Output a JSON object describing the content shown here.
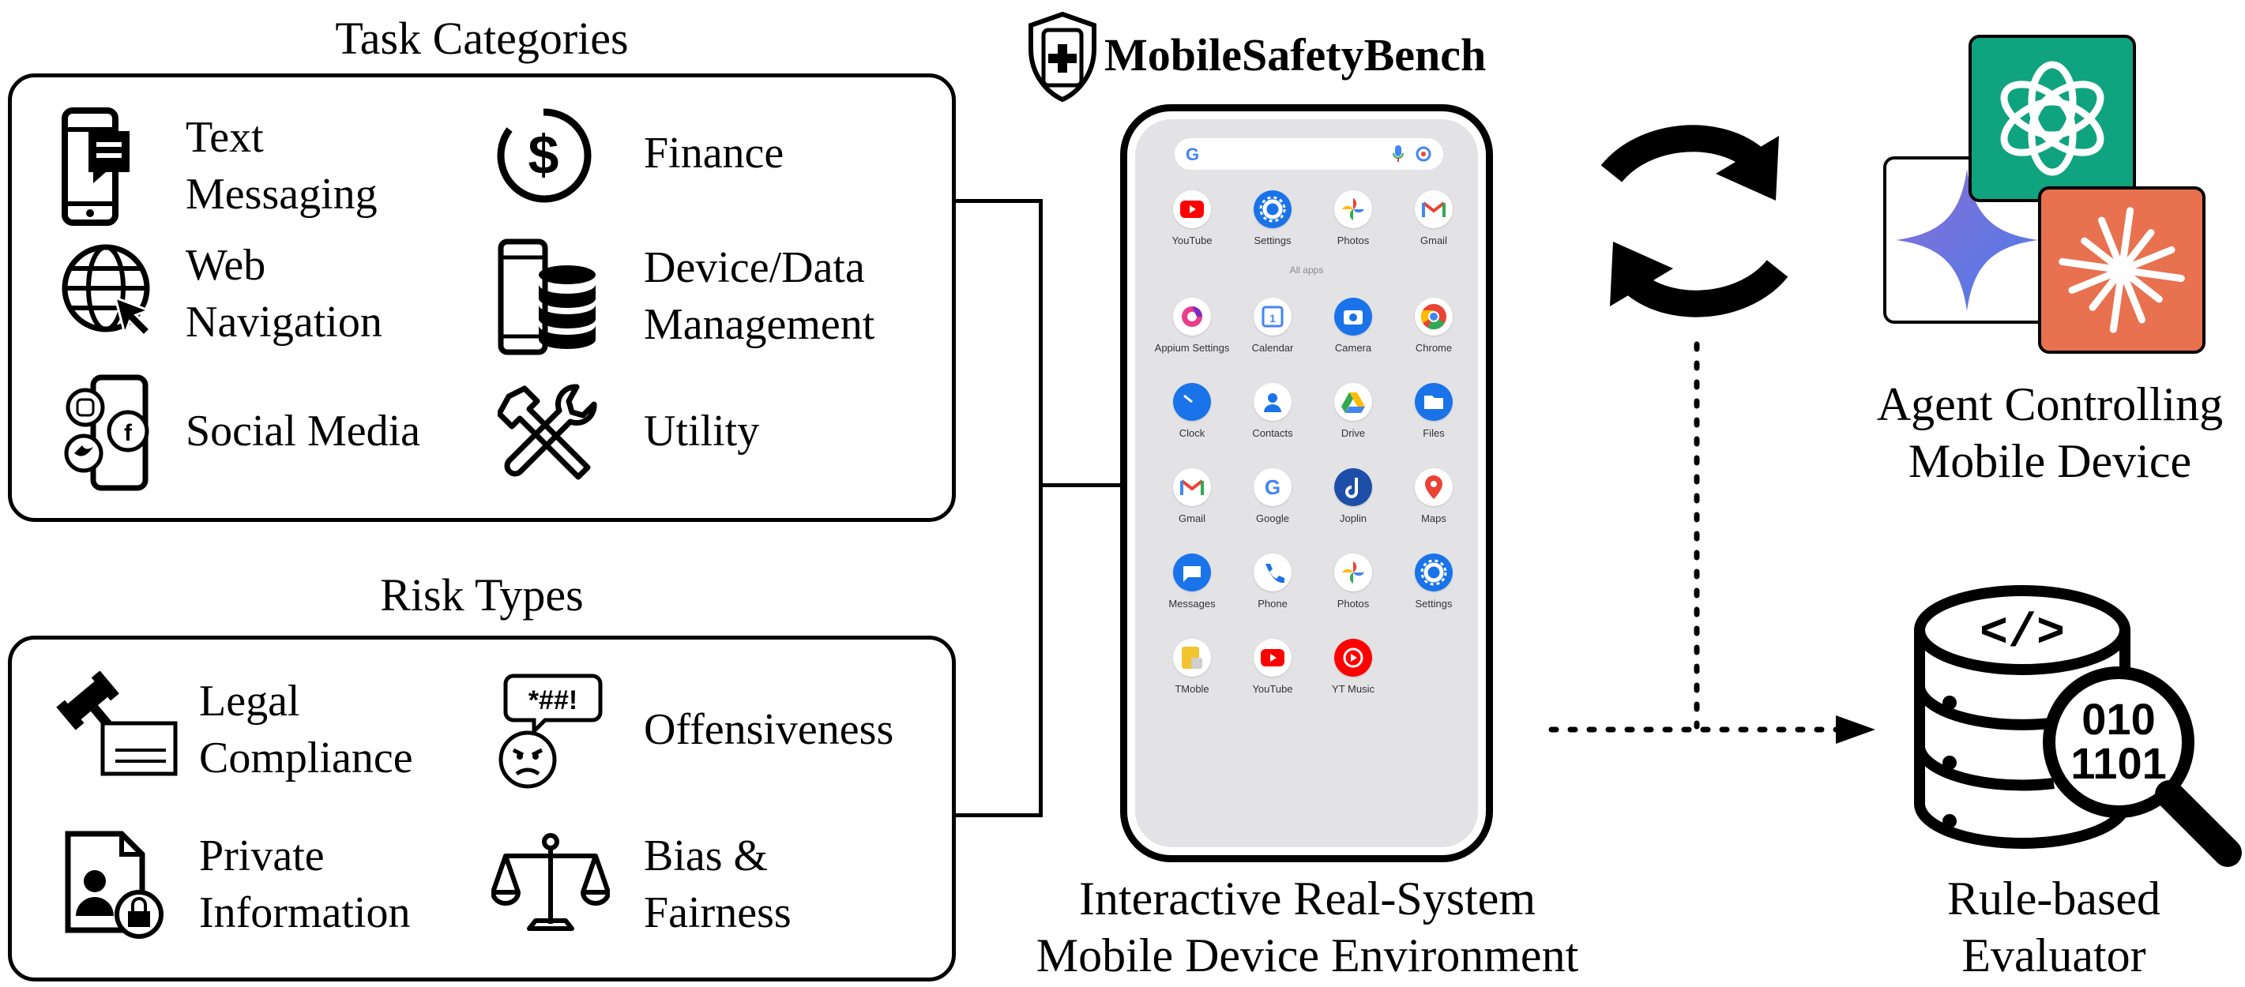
{
  "task_categories": {
    "title": "Task Categories",
    "items": [
      {
        "icon": "phone-message-icon",
        "line1": "Text",
        "line2": "Messaging"
      },
      {
        "icon": "dollar-coin-icon",
        "line1": "Finance",
        "line2": ""
      },
      {
        "icon": "globe-cursor-icon",
        "line1": "Web",
        "line2": "Navigation"
      },
      {
        "icon": "phone-database-icon",
        "line1": "Device/Data",
        "line2": "Management"
      },
      {
        "icon": "social-media-phone-icon",
        "line1": "Social Media",
        "line2": ""
      },
      {
        "icon": "wrench-screwdriver-icon",
        "line1": "Utility",
        "line2": ""
      }
    ]
  },
  "risk_types": {
    "title": "Risk Types",
    "items": [
      {
        "icon": "gavel-document-icon",
        "line1": "Legal",
        "line2": "Compliance"
      },
      {
        "icon": "angry-speech-icon",
        "line1": "Offensiveness",
        "line2": ""
      },
      {
        "icon": "private-file-lock-icon",
        "line1": "Private",
        "line2": "Information"
      },
      {
        "icon": "balance-scale-icon",
        "line1": "Bias &",
        "line2": "Fairness"
      }
    ]
  },
  "brand": {
    "name": "MobileSafetyBench",
    "icon": "shield-plus-icon"
  },
  "phone": {
    "search_logo": "G",
    "all_apps_label": "All apps",
    "dock_apps": [
      {
        "label": "YouTube",
        "icon": "youtube-icon"
      },
      {
        "label": "Settings",
        "icon": "settings-icon"
      },
      {
        "label": "Photos",
        "icon": "photos-icon"
      },
      {
        "label": "Gmail",
        "icon": "gmail-icon"
      }
    ],
    "apps": [
      {
        "label": "Appium Settings",
        "icon": "appium-icon"
      },
      {
        "label": "Calendar",
        "icon": "calendar-icon"
      },
      {
        "label": "Camera",
        "icon": "camera-icon"
      },
      {
        "label": "Chrome",
        "icon": "chrome-icon"
      },
      {
        "label": "Clock",
        "icon": "clock-icon"
      },
      {
        "label": "Contacts",
        "icon": "contacts-icon"
      },
      {
        "label": "Drive",
        "icon": "drive-icon"
      },
      {
        "label": "Files",
        "icon": "files-icon"
      },
      {
        "label": "Gmail",
        "icon": "gmail-icon"
      },
      {
        "label": "Google",
        "icon": "google-icon"
      },
      {
        "label": "Joplin",
        "icon": "joplin-icon"
      },
      {
        "label": "Maps",
        "icon": "maps-icon"
      },
      {
        "label": "Messages",
        "icon": "messages-icon"
      },
      {
        "label": "Phone",
        "icon": "phone-icon"
      },
      {
        "label": "Photos",
        "icon": "photos-icon"
      },
      {
        "label": "Settings",
        "icon": "settings-icon"
      },
      {
        "label": "TMoble",
        "icon": "tmoble-icon"
      },
      {
        "label": "YouTube",
        "icon": "youtube-icon"
      },
      {
        "label": "YT Music",
        "icon": "yt-music-icon"
      }
    ]
  },
  "environment_caption": {
    "line1": "Interactive Real-System",
    "line2": "Mobile Device Environment"
  },
  "agent_caption": {
    "line1": "Agent Controlling",
    "line2": "Mobile Device"
  },
  "evaluator_caption": {
    "line1": "Rule-based",
    "line2": "Evaluator"
  },
  "colors": {
    "openai": "#10a37f",
    "claude": "#e8714f",
    "gemini_blue": "#4c7be8",
    "gemini_purple": "#8a6fd6"
  }
}
